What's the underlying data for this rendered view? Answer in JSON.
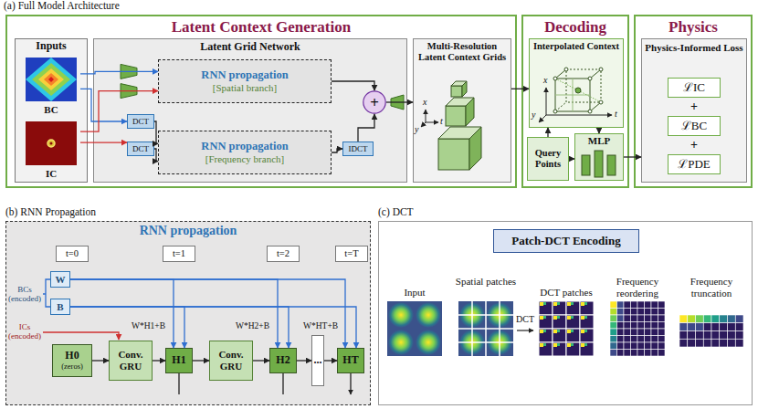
{
  "diagram": {
    "nodes": [
      {
        "text": [
          "Latent Context Generation"
        ]
      },
      {
        "text": [
          "Inputs"
        ],
        "in": 0
      },
      {
        "text": [
          "BC"
        ],
        "in": 1
      },
      {
        "text": [
          "IC"
        ],
        "in": 1
      },
      {
        "text": [
          "Latent Grid Network"
        ],
        "in": 0
      },
      {
        "text": [
          "RNN propagation",
          "[Spatial branch]"
        ],
        "in": 4
      },
      {
        "text": [
          "DCT"
        ],
        "in": 4
      },
      {
        "text": [
          "DCT"
        ],
        "in": 4
      },
      {
        "text": [
          "RNN propagation",
          "[Frequency branch]"
        ],
        "in": 4
      },
      {
        "text": [
          "IDCT"
        ],
        "in": 4
      },
      {
        "text": [
          "+"
        ],
        "in": 4
      },
      {
        "text": [
          "Multi-Resolution Latent Context Grids"
        ],
        "in": 0
      },
      {
        "text": [
          "Decoding"
        ]
      },
      {
        "text": [
          "Interpolated Context"
        ],
        "in": 12
      },
      {
        "text": [
          "Query Points"
        ],
        "in": 12
      },
      {
        "text": [
          "MLP"
        ],
        "in": 12
      },
      {
        "text": [
          "Physics"
        ]
      },
      {
        "text": [
          "Physics-Informed Loss"
        ],
        "in": 16
      },
      {
        "text": [
          "ℒIC"
        ],
        "in": 17
      },
      {
        "text": [
          "ℒBC"
        ],
        "in": 17
      },
      {
        "text": [
          "ℒPDE"
        ],
        "in": 17
      },
      {
        "text": [
          "(b) RNN Propagation",
          "RNN propagation"
        ]
      },
      {
        "text": [
          "t=0"
        ],
        "in": 21
      },
      {
        "text": [
          "t=1"
        ],
        "in": 21
      },
      {
        "text": [
          "t=2"
        ],
        "in": 21
      },
      {
        "text": [
          "t=T"
        ],
        "in": 21
      },
      {
        "text": [
          "W"
        ],
        "in": 21
      },
      {
        "text": [
          "B"
        ],
        "in": 21
      },
      {
        "text": [
          "H0",
          "(zeros)"
        ],
        "in": 21
      },
      {
        "text": [
          "Conv. GRU"
        ],
        "in": 21
      },
      {
        "text": [
          "H1"
        ],
        "in": 21
      },
      {
        "text": [
          "Conv. GRU"
        ],
        "in": 21
      },
      {
        "text": [
          "H2"
        ],
        "in": 21
      },
      {
        "text": [
          "..."
        ],
        "in": 21
      },
      {
        "text": [
          "HT"
        ],
        "in": 21
      },
      {
        "text": [
          "(c) DCT"
        ]
      },
      {
        "text": [
          "Patch-DCT Encoding"
        ],
        "in": 35
      }
    ],
    "edges": [
      {
        "from": 2,
        "to": 5,
        "arrow": "to"
      },
      {
        "from": 2,
        "to": 6,
        "arrow": "to"
      },
      {
        "from": 3,
        "to": 5,
        "arrow": "to"
      },
      {
        "from": 3,
        "to": 7,
        "arrow": "to"
      },
      {
        "from": 6,
        "to": 8,
        "arrow": "to"
      },
      {
        "from": 7,
        "to": 8,
        "arrow": "to"
      },
      {
        "from": 8,
        "to": 9,
        "arrow": "to"
      },
      {
        "from": 9,
        "to": 10,
        "arrow": "to"
      },
      {
        "from": 5,
        "to": 10,
        "arrow": "to"
      },
      {
        "from": 10,
        "to": 11,
        "arrow": "to"
      },
      {
        "from": 11,
        "to": 13,
        "arrow": "to"
      },
      {
        "from": 14,
        "to": 13,
        "arrow": "to"
      },
      {
        "from": 13,
        "to": 15,
        "arrow": "to"
      },
      {
        "from": 14,
        "to": 15,
        "arrow": "to"
      },
      {
        "from": 15,
        "to": 17,
        "arrow": "to"
      },
      {
        "from": 28,
        "to": 29,
        "arrow": "to"
      },
      {
        "from": 29,
        "to": 30,
        "arrow": "to"
      },
      {
        "from": 30,
        "to": 31,
        "arrow": "to"
      },
      {
        "from": 31,
        "to": 32,
        "arrow": "to"
      },
      {
        "from": 32,
        "to": 33,
        "arrow": "to"
      },
      {
        "from": 33,
        "to": 34,
        "arrow": "to"
      },
      {
        "from": 26,
        "to": 30,
        "arrow": "to"
      },
      {
        "from": 26,
        "to": 32,
        "arrow": "to"
      },
      {
        "from": 26,
        "to": 34,
        "arrow": "to"
      },
      {
        "from": 27,
        "to": 30,
        "arrow": "to"
      },
      {
        "from": 27,
        "to": 32,
        "arrow": "to"
      },
      {
        "from": 27,
        "to": 34,
        "arrow": "to"
      }
    ],
    "labels": [
      "(a) Full Model Architecture",
      "x",
      "y",
      "t",
      "x",
      "y",
      "t",
      "+",
      "+",
      "BCs (encoded)",
      "ICs (encoded)",
      "W*H1+B",
      "W*H2+B",
      "W*HT+B",
      "Input",
      "Spatial patches",
      "DCT patches",
      "Frequency reordering",
      "Frequency truncation",
      "DCT"
    ]
  }
}
